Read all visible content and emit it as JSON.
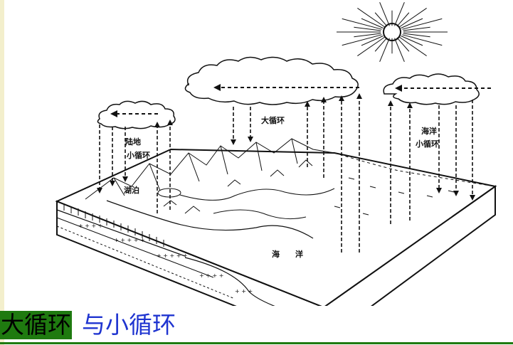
{
  "labels": {
    "big_cycle": "大循环",
    "land_cycle_line1": "陆地",
    "land_cycle_line2": "小循环",
    "lake": "湖泊",
    "ocean_cycle_line1": "海洋",
    "ocean_cycle_line2": "小循环",
    "ocean": "海　　洋"
  },
  "caption": {
    "highlight": "大循环",
    "rest": "与小循环"
  },
  "colors": {
    "highlight_bg": "#1f7a10",
    "caption_blue": "#1f34d0",
    "strip": "#f3efcc"
  }
}
